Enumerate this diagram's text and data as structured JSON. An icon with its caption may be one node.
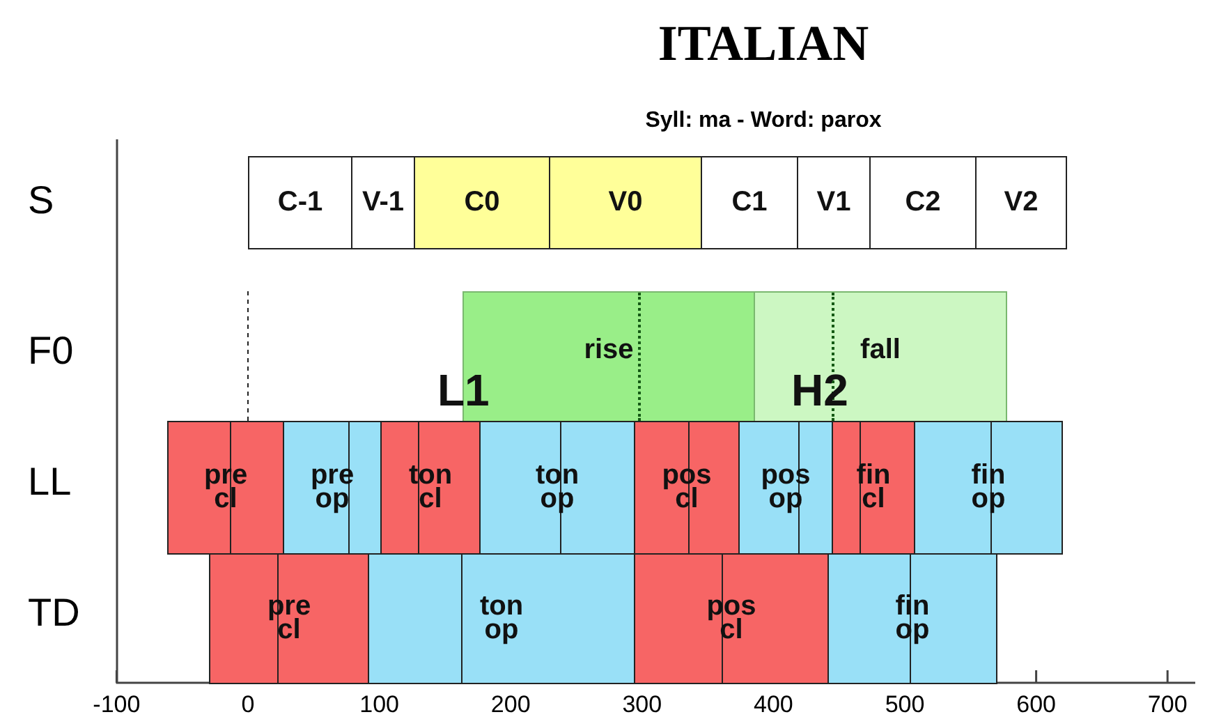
{
  "diagram": {
    "title": "ITALIAN",
    "nodes": [
      {
        "text": [
          "C-1"
        ]
      },
      {
        "text": [
          "V-1"
        ]
      },
      {
        "text": [
          "C0"
        ]
      },
      {
        "text": [
          "V0"
        ]
      },
      {
        "text": [
          "C1"
        ]
      },
      {
        "text": [
          "V1"
        ]
      },
      {
        "text": [
          "C2"
        ]
      },
      {
        "text": [
          "V2"
        ]
      },
      {
        "text": [
          "rise"
        ]
      },
      {
        "text": [
          "fall"
        ]
      },
      {
        "text": [
          "pre cl"
        ]
      },
      {
        "text": [
          "pre op"
        ]
      },
      {
        "text": [
          "ton cl"
        ]
      },
      {
        "text": [
          "ton op"
        ]
      },
      {
        "text": [
          "pos cl"
        ]
      },
      {
        "text": [
          "pos op"
        ]
      },
      {
        "text": [
          "fin cl"
        ]
      },
      {
        "text": [
          "fin op"
        ]
      },
      {
        "text": [
          "pre cl"
        ]
      },
      {
        "text": [
          "ton op"
        ]
      },
      {
        "text": [
          "pos cl"
        ]
      },
      {
        "text": [
          "fin op"
        ]
      }
    ],
    "labels": [
      "Syll: ma - Word: parox",
      "S",
      "F0",
      "L1",
      "H2",
      "LL",
      "TD",
      "-100",
      "0",
      "100",
      "200",
      "300",
      "400",
      "500",
      "600",
      "700"
    ]
  }
}
